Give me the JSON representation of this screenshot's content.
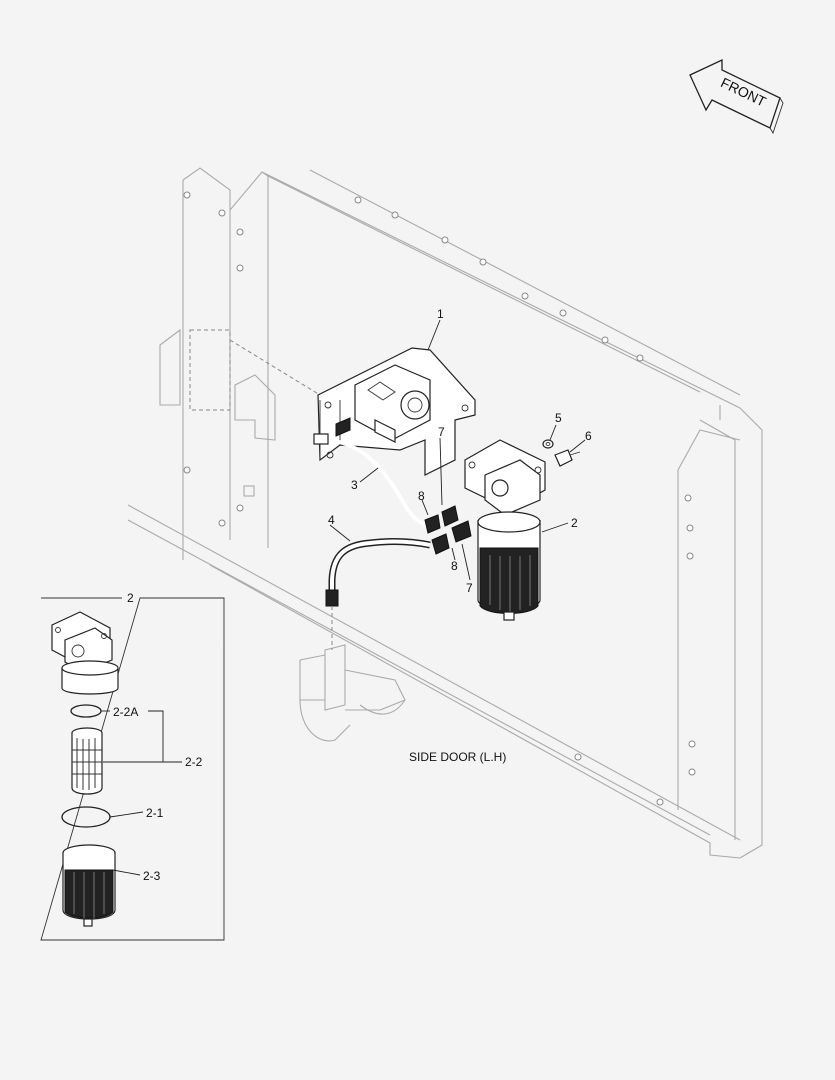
{
  "direction": {
    "label": "FRONT",
    "icon": "front-arrow-icon"
  },
  "caption": "SIDE DOOR (L.H)",
  "callouts": {
    "c1": "1",
    "c2": "2",
    "c3": "3",
    "c4": "4",
    "c5": "5",
    "c6": "6",
    "c7a": "7",
    "c7b": "7",
    "c8a": "8",
    "c8b": "8"
  },
  "detail": {
    "title": "2",
    "items": {
      "i22a": "2-2A",
      "i22": "2-2",
      "i21": "2-1",
      "i23": "2-3"
    }
  }
}
